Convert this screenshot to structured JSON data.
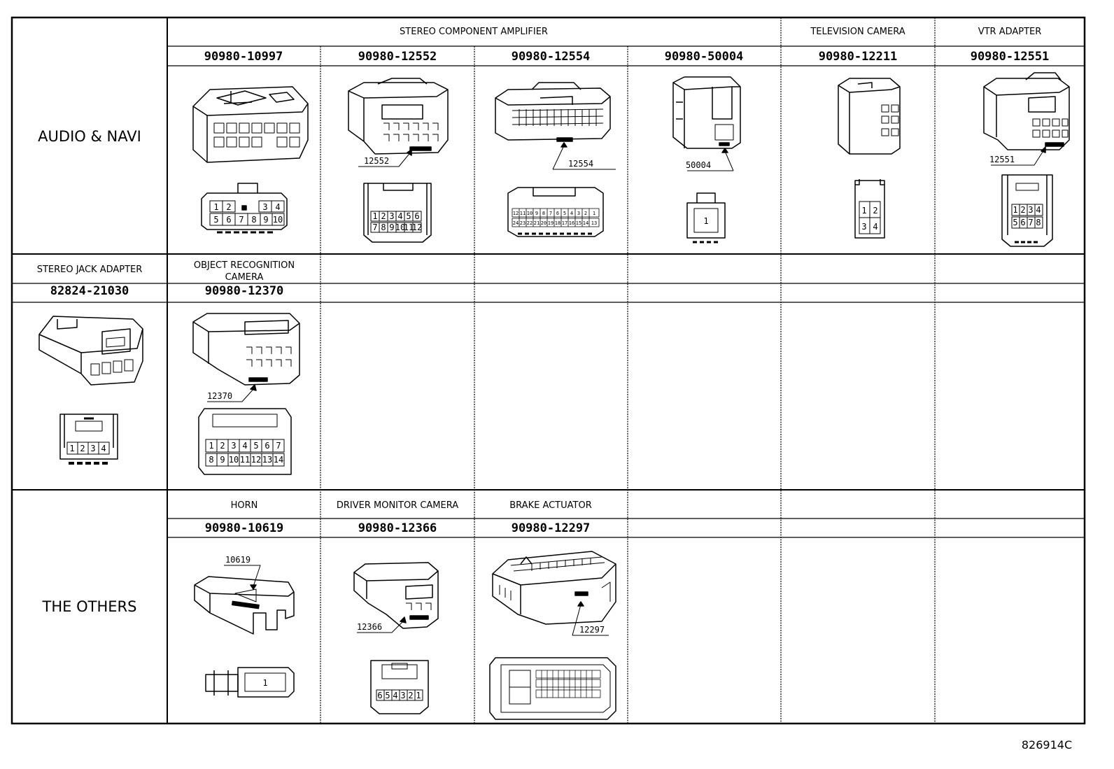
{
  "sections": {
    "audio_navi": {
      "category": "AUDIO & NAVI",
      "groups": {
        "stereo_amp": "STEREO COMPONENT AMPLIFIER",
        "tv_camera": "TELEVISION CAMERA",
        "vtr_adapter": "VTR ADAPTER"
      },
      "parts": [
        {
          "number": "90980-10997",
          "callout": "",
          "pins_top": [
            "1",
            "2",
            "",
            "3",
            "4"
          ],
          "pins_bottom": [
            "5",
            "6",
            "7",
            "8",
            "9",
            "10"
          ]
        },
        {
          "number": "90980-12552",
          "callout": "12552",
          "pins_top": [
            "1",
            "2",
            "3",
            "4",
            "5",
            "6"
          ],
          "pins_bottom": [
            "7",
            "8",
            "9",
            "10",
            "11",
            "12"
          ]
        },
        {
          "number": "90980-12554",
          "callout": "12554",
          "pins_top": [
            "12",
            "11",
            "10",
            "9",
            "8",
            "7",
            "6",
            "5",
            "4",
            "3",
            "2",
            "1"
          ],
          "pins_bottom": [
            "24",
            "23",
            "22",
            "21",
            "20",
            "19",
            "18",
            "17",
            "16",
            "15",
            "14",
            "13"
          ]
        },
        {
          "number": "90980-50004",
          "callout": "50004",
          "pins_top": [
            "1"
          ],
          "pins_bottom": []
        },
        {
          "number": "90980-12211",
          "callout": "",
          "pins_top": [
            "1",
            "2"
          ],
          "pins_bottom": [
            "3",
            "4"
          ]
        },
        {
          "number": "90980-12551",
          "callout": "12551",
          "pins_top": [
            "1",
            "2",
            "3",
            "4"
          ],
          "pins_bottom": [
            "5",
            "6",
            "7",
            "8"
          ]
        }
      ]
    },
    "middle": {
      "groups": {
        "stereo_jack": "STEREO JACK ADAPTER",
        "object_camera": "OBJECT RECOGNITION CAMERA"
      },
      "parts": [
        {
          "number": "82824-21030",
          "callout": "",
          "pins_top": [
            "1",
            "2",
            "3",
            "4"
          ],
          "pins_bottom": []
        },
        {
          "number": "90980-12370",
          "callout": "12370",
          "pins_top": [
            "1",
            "2",
            "3",
            "4",
            "5",
            "6",
            "7"
          ],
          "pins_bottom": [
            "8",
            "9",
            "10",
            "11",
            "12",
            "13",
            "14"
          ]
        }
      ]
    },
    "others": {
      "category": "THE OTHERS",
      "groups": {
        "horn": "HORN",
        "driver_camera": "DRIVER MONITOR CAMERA",
        "brake_actuator": "BRAKE ACTUATOR"
      },
      "parts": [
        {
          "number": "90980-10619",
          "callout": "10619",
          "pins_top": [
            "1"
          ],
          "pins_bottom": []
        },
        {
          "number": "90980-12366",
          "callout": "12366",
          "pins_top": [
            "6",
            "5",
            "4",
            "3",
            "2",
            "1"
          ],
          "pins_bottom": []
        },
        {
          "number": "90980-12297",
          "callout": "12297",
          "pins_top": [],
          "pins_bottom": []
        }
      ]
    }
  },
  "figure_id": "826914C"
}
